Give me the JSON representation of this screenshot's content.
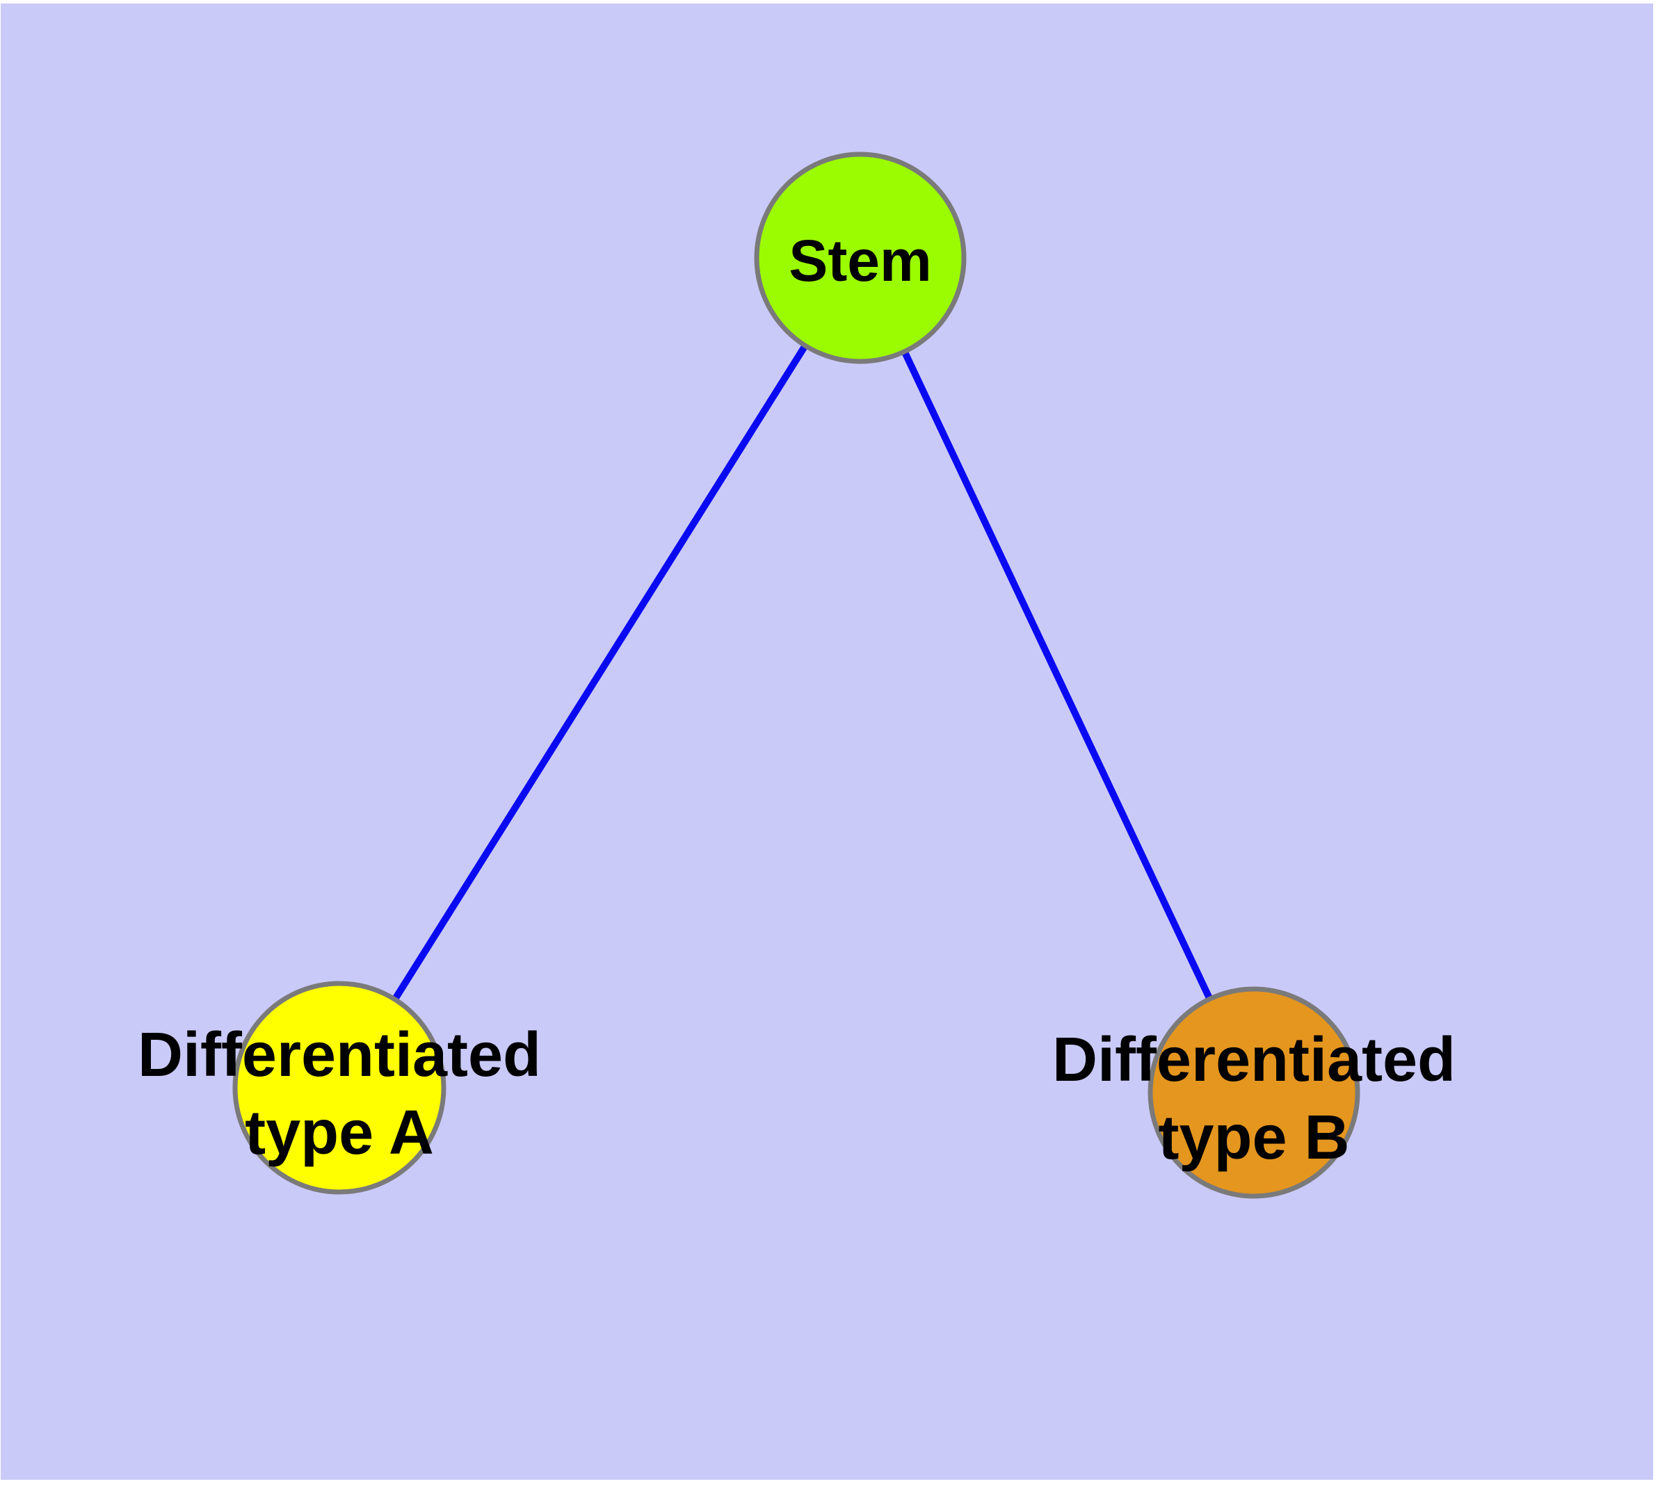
{
  "diagram": {
    "type": "node-link-graph",
    "background_color": "#CACAF9",
    "edge_color": "#0A0AF2",
    "node_border_color": "#7A7A7A",
    "label_color": "#000000",
    "nodes": [
      {
        "id": "stem",
        "label": "Stem",
        "color": "#9BFB00"
      },
      {
        "id": "differentiated-type-a",
        "label_line1": "Differentiated",
        "label_line2": "type A",
        "color": "#FFFF00"
      },
      {
        "id": "differentiated-type-b",
        "label_line1": "Differentiated",
        "label_line2": "type B",
        "color": "#E5961E"
      }
    ],
    "edges": [
      {
        "from": "Stem",
        "to": "Differentiated type A"
      },
      {
        "from": "Stem",
        "to": "Differentiated type B"
      }
    ]
  }
}
